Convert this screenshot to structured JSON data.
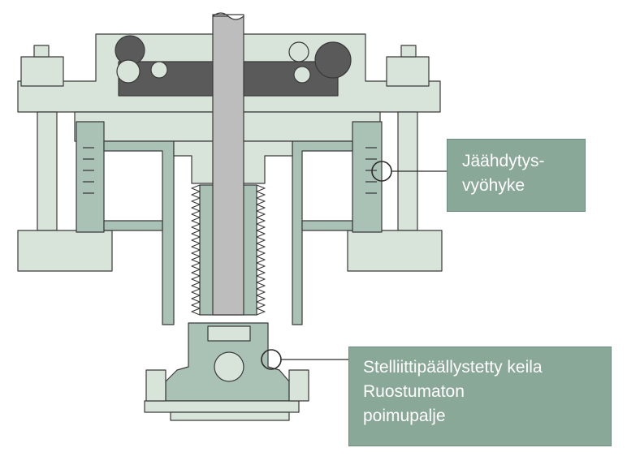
{
  "colors": {
    "light_body": "#d8e3da",
    "medium_body": "#a9c2b5",
    "callout_fill": "#8aa898",
    "outline": "#3a3a3a",
    "seal_dark": "#5a5a5a",
    "stem": "#bdbdbd",
    "callout_text": "#ffffff",
    "leader_line": "#2b2b2b"
  },
  "callouts": {
    "cooling_zone": {
      "line1": "Jäähdytys-",
      "line2": "vyöhyke"
    },
    "plug_and_bellows": {
      "line1": "Stelliittipäällystetty keila",
      "line2": "Ruostumaton",
      "line3": "poimupalje"
    }
  },
  "icons": [
    "bolt-icon",
    "nut-icon",
    "stem",
    "bellows",
    "cooling-fins",
    "plug",
    "marker-circle"
  ]
}
